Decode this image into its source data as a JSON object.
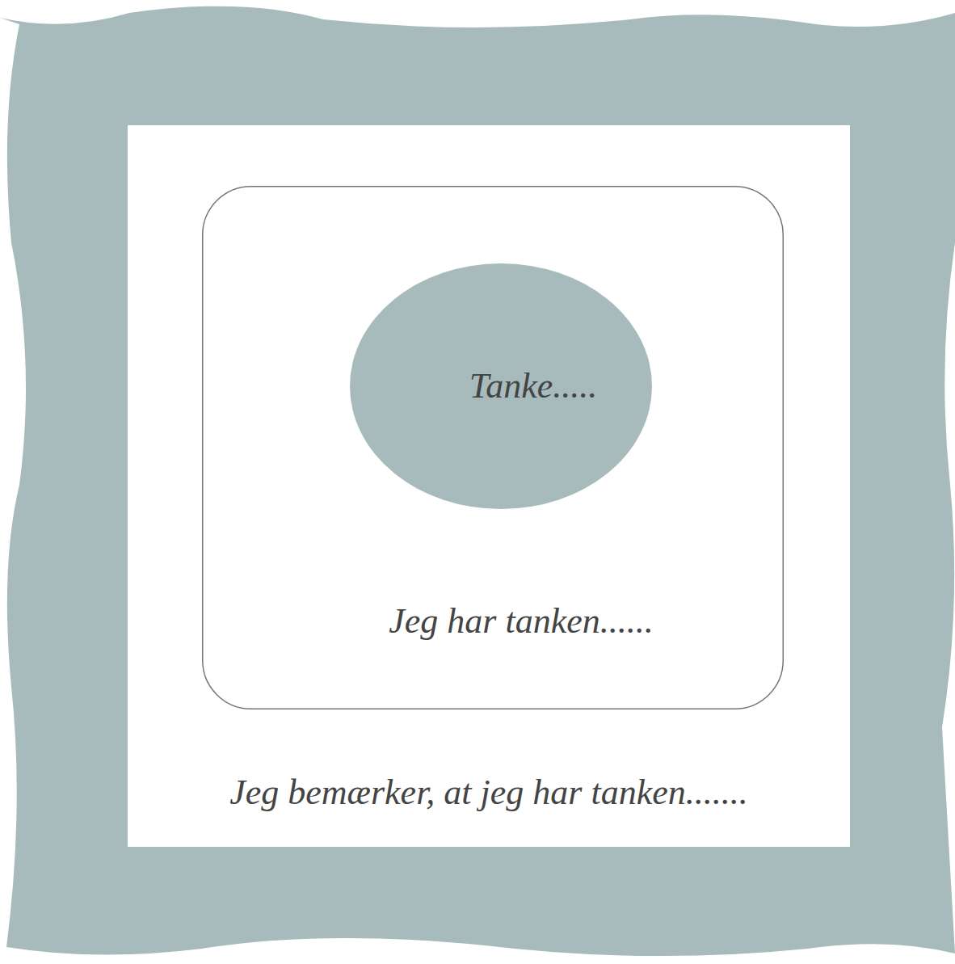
{
  "diagram": {
    "nodes": [
      {
        "text": [
          "Jeg bemærker, at jeg har tanken......."
        ]
      },
      {
        "text": [
          "Jeg har tanken......"
        ],
        "in": 0
      },
      {
        "text": [
          "Tanke....."
        ],
        "in": 1
      }
    ]
  }
}
